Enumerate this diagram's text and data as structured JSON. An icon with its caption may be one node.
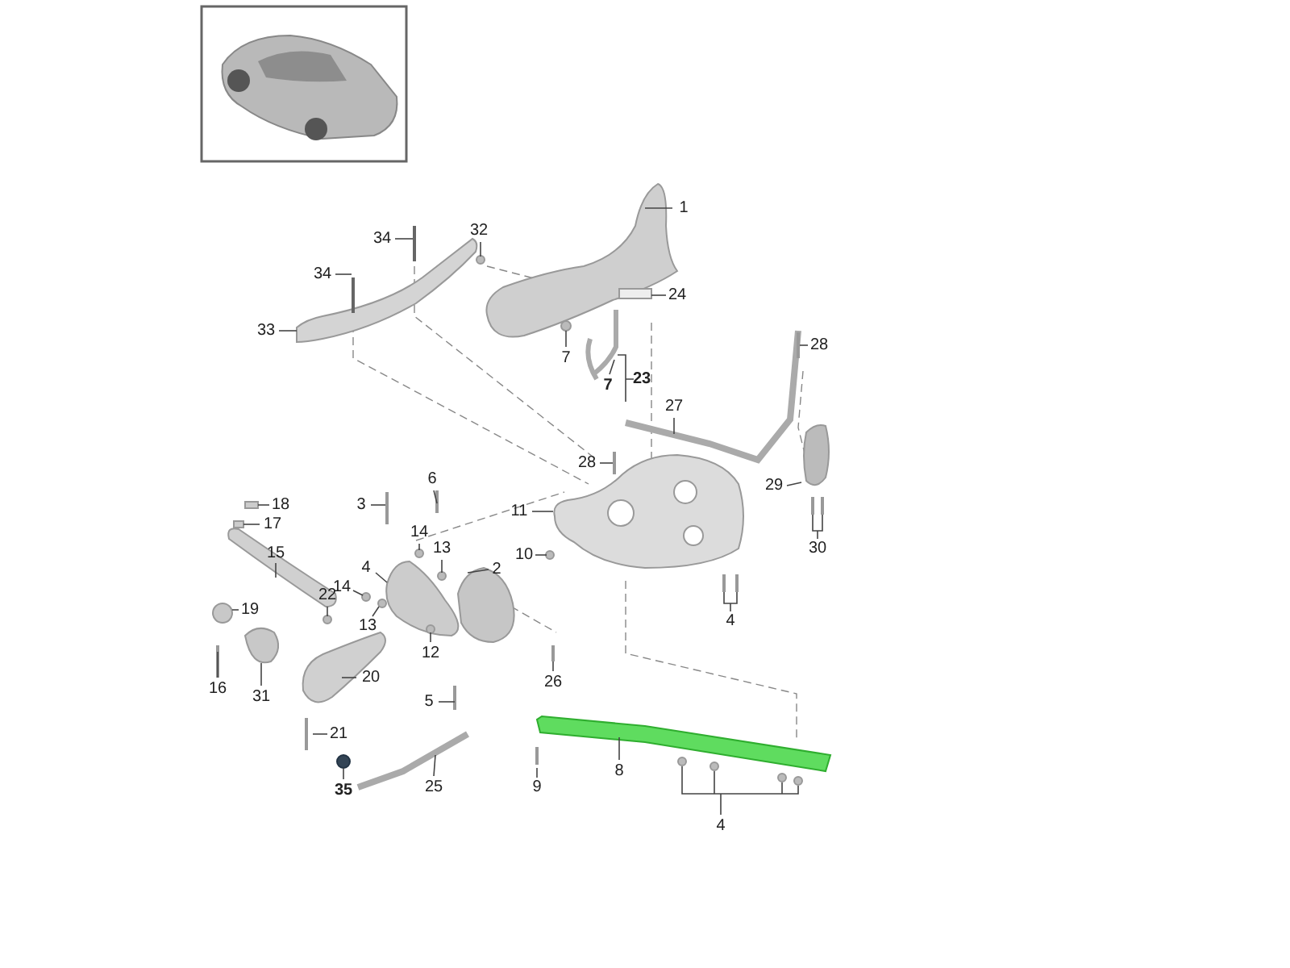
{
  "diagram": {
    "nodes": [
      {
        "text": [
          "1"
        ]
      },
      {
        "text": [
          "32"
        ]
      },
      {
        "text": [
          "34"
        ]
      },
      {
        "text": [
          "34"
        ]
      },
      {
        "text": [
          "24"
        ]
      },
      {
        "text": [
          "33"
        ]
      },
      {
        "text": [
          "28"
        ]
      },
      {
        "text": [
          "7"
        ]
      },
      {
        "text": [
          "7"
        ]
      },
      {
        "text": [
          "23"
        ]
      },
      {
        "text": [
          "27"
        ]
      },
      {
        "text": [
          "28"
        ]
      },
      {
        "text": [
          "6"
        ]
      },
      {
        "text": [
          "18"
        ]
      },
      {
        "text": [
          "3"
        ]
      },
      {
        "text": [
          "11"
        ]
      },
      {
        "text": [
          "17"
        ]
      },
      {
        "text": [
          "29"
        ]
      },
      {
        "text": [
          "14"
        ]
      },
      {
        "text": [
          "30"
        ]
      },
      {
        "text": [
          "13"
        ]
      },
      {
        "text": [
          "15"
        ]
      },
      {
        "text": [
          "2"
        ]
      },
      {
        "text": [
          "10"
        ]
      },
      {
        "text": [
          "4"
        ]
      },
      {
        "text": [
          "14"
        ]
      },
      {
        "text": [
          "22"
        ]
      },
      {
        "text": [
          "19"
        ]
      },
      {
        "text": [
          "4"
        ]
      },
      {
        "text": [
          "13"
        ]
      },
      {
        "text": [
          "12"
        ]
      },
      {
        "text": [
          "16"
        ]
      },
      {
        "text": [
          "26"
        ]
      },
      {
        "text": [
          "20"
        ]
      },
      {
        "text": [
          "31"
        ]
      },
      {
        "text": [
          "5"
        ]
      },
      {
        "text": [
          "21"
        ]
      },
      {
        "text": [
          "9"
        ]
      },
      {
        "text": [
          "8"
        ]
      },
      {
        "text": [
          "25"
        ]
      },
      {
        "text": [
          "35"
        ]
      },
      {
        "text": [
          "4"
        ]
      },
      {
        "text": [],
        "shape": "picture"
      },
      {
        "text": [],
        "shape": "picture"
      },
      {
        "text": [],
        "shape": "picture"
      },
      {
        "text": [],
        "shape": "circle"
      },
      {
        "text": [],
        "shape": "circle"
      },
      {
        "text": [],
        "shape": "circle"
      },
      {
        "text": [],
        "shape": "circle"
      },
      {
        "text": [],
        "shape": "circle"
      },
      {
        "text": [],
        "shape": "picture"
      }
    ],
    "edges": [
      {
        "from": 0,
        "to": null,
        "arrow": "none"
      },
      {
        "from": 1,
        "to": null,
        "arrow": "none"
      },
      {
        "from": 2,
        "to": null,
        "arrow": "none"
      },
      {
        "from": 3,
        "to": null,
        "arrow": "none"
      },
      {
        "from": 4,
        "to": null,
        "arrow": "none"
      },
      {
        "from": 5,
        "to": null,
        "arrow": "none"
      },
      {
        "from": 6,
        "to": null,
        "arrow": "none"
      },
      {
        "from": 7,
        "to": null,
        "arrow": "none"
      },
      {
        "from": 8,
        "to": null,
        "arrow": "none"
      },
      {
        "from": 9,
        "to": 44,
        "arrow": "none"
      },
      {
        "from": 10,
        "to": null,
        "arrow": "none"
      },
      {
        "from": 11,
        "to": null,
        "arrow": "none"
      },
      {
        "from": 12,
        "to": null,
        "arrow": "none"
      },
      {
        "from": 13,
        "to": 42,
        "arrow": "none"
      },
      {
        "from": 14,
        "to": null,
        "arrow": "none"
      },
      {
        "from": 15,
        "to": null,
        "arrow": "none"
      },
      {
        "from": 16,
        "to": null,
        "arrow": "none"
      },
      {
        "from": 17,
        "to": null,
        "arrow": "none"
      },
      {
        "from": 18,
        "to": null,
        "arrow": "none"
      },
      {
        "from": 19,
        "to": null,
        "arrow": "none"
      },
      {
        "from": 20,
        "to": null,
        "arrow": "none"
      },
      {
        "from": 21,
        "to": null,
        "arrow": "none"
      },
      {
        "from": 22,
        "to": null,
        "arrow": "none"
      },
      {
        "from": 23,
        "to": null,
        "arrow": "none"
      },
      {
        "from": 24,
        "to": null,
        "arrow": "none"
      },
      {
        "from": 25,
        "to": null,
        "arrow": "none"
      },
      {
        "from": 26,
        "to": null,
        "arrow": "none"
      },
      {
        "from": 27,
        "to": null,
        "arrow": "none"
      },
      {
        "from": 28,
        "to": null,
        "arrow": "none"
      },
      {
        "from": 29,
        "to": null,
        "arrow": "none"
      },
      {
        "from": 30,
        "to": null,
        "arrow": "none"
      },
      {
        "from": 31,
        "to": null,
        "arrow": "none"
      },
      {
        "from": 32,
        "to": null,
        "arrow": "none"
      },
      {
        "from": 33,
        "to": null,
        "arrow": "none"
      },
      {
        "from": 34,
        "to": 43,
        "arrow": "none"
      },
      {
        "from": 35,
        "to": null,
        "arrow": "none"
      },
      {
        "from": 36,
        "to": null,
        "arrow": "none"
      },
      {
        "from": 37,
        "to": null,
        "arrow": "none"
      },
      {
        "from": 38,
        "to": 50,
        "arrow": "none"
      },
      {
        "from": 39,
        "to": null,
        "arrow": "none"
      },
      {
        "from": 40,
        "to": 45,
        "arrow": "none"
      },
      {
        "from": 41,
        "to": 46,
        "arrow": "none"
      },
      {
        "from": 41,
        "to": 47,
        "arrow": "none"
      },
      {
        "from": 41,
        "to": 48,
        "arrow": "none"
      },
      {
        "from": 41,
        "to": 49,
        "arrow": "none"
      },
      {
        "from": 9,
        "to": 8,
        "arrow": "none"
      }
    ]
  }
}
